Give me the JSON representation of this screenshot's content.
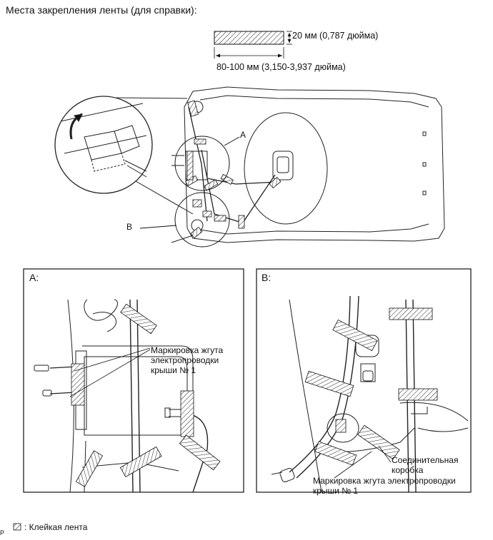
{
  "title": "Места закрепления ленты (для справки):",
  "tape_dims": {
    "height": "20 мм (0,787 дюйма)",
    "width": "80-100 мм (3,150-3,937 дюйма)"
  },
  "callouts": {
    "a": "A",
    "b": "B"
  },
  "panel_a": {
    "label": "A:",
    "harness_mark": "Маркировка жгута электропроводки крыши № 1"
  },
  "panel_b": {
    "label": "B:",
    "junction_box": "Соединительная коробка",
    "harness_mark": "Маркировка жгута электропроводки крыши № 1"
  },
  "legend": {
    "text": ": Клейкая лента"
  },
  "page_code": "P",
  "icons": [
    "adhesive-tape-swatch-icon",
    "hatch-pattern"
  ]
}
